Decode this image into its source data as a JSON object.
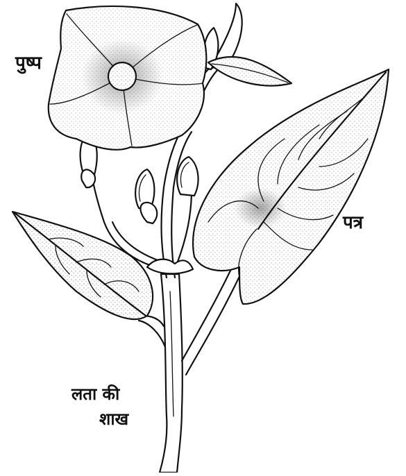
{
  "labels": {
    "flower": "पुष्प",
    "leaf": "पत्र",
    "stem_line1": "लता की",
    "stem_line2": "शाख"
  },
  "colors": {
    "ink": "#111111",
    "background": "#ffffff"
  }
}
